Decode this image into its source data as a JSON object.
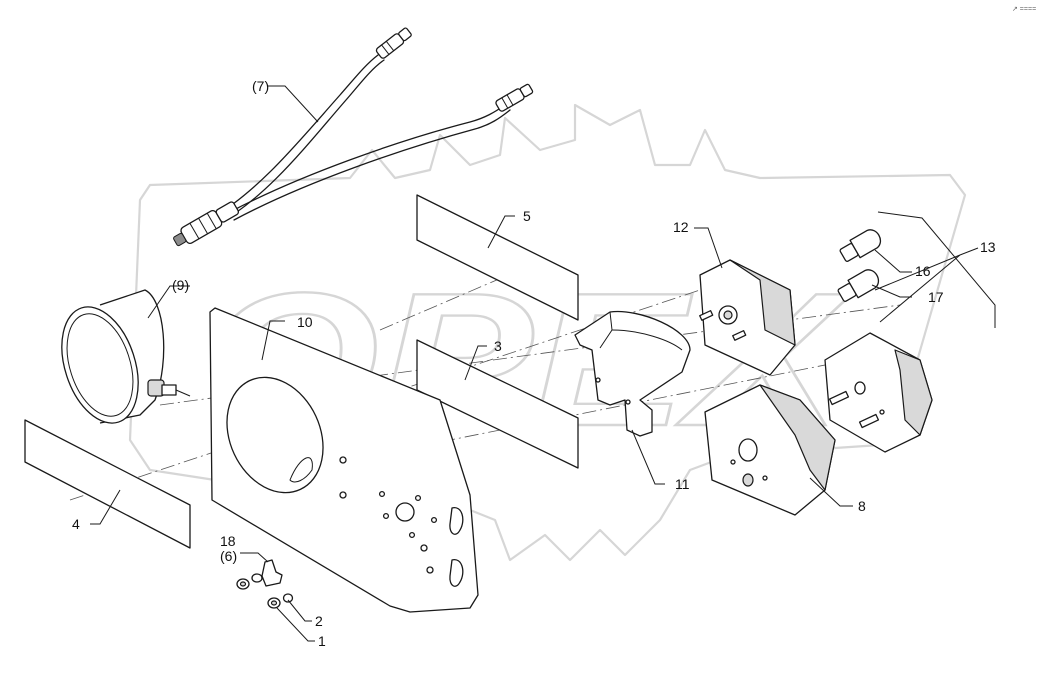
{
  "watermark": {
    "text": "OPEX"
  },
  "corner_mark": "↗ ====",
  "callouts": [
    {
      "id": "1",
      "text": "1"
    },
    {
      "id": "2",
      "text": "2"
    },
    {
      "id": "3",
      "text": "3"
    },
    {
      "id": "4",
      "text": "4"
    },
    {
      "id": "5",
      "text": "5"
    },
    {
      "id": "6",
      "text": "(6)"
    },
    {
      "id": "7",
      "text": "(7)"
    },
    {
      "id": "8",
      "text": "8"
    },
    {
      "id": "9",
      "text": "(9)"
    },
    {
      "id": "10",
      "text": "10"
    },
    {
      "id": "11",
      "text": "11"
    },
    {
      "id": "12",
      "text": "12"
    },
    {
      "id": "13",
      "text": "13"
    },
    {
      "id": "16",
      "text": "16"
    },
    {
      "id": "17",
      "text": "17"
    },
    {
      "id": "18",
      "text": "18"
    }
  ],
  "colors": {
    "line": "#1a1a1a",
    "watermark": "#d6d6d6",
    "shade": "#d9d9d9"
  }
}
